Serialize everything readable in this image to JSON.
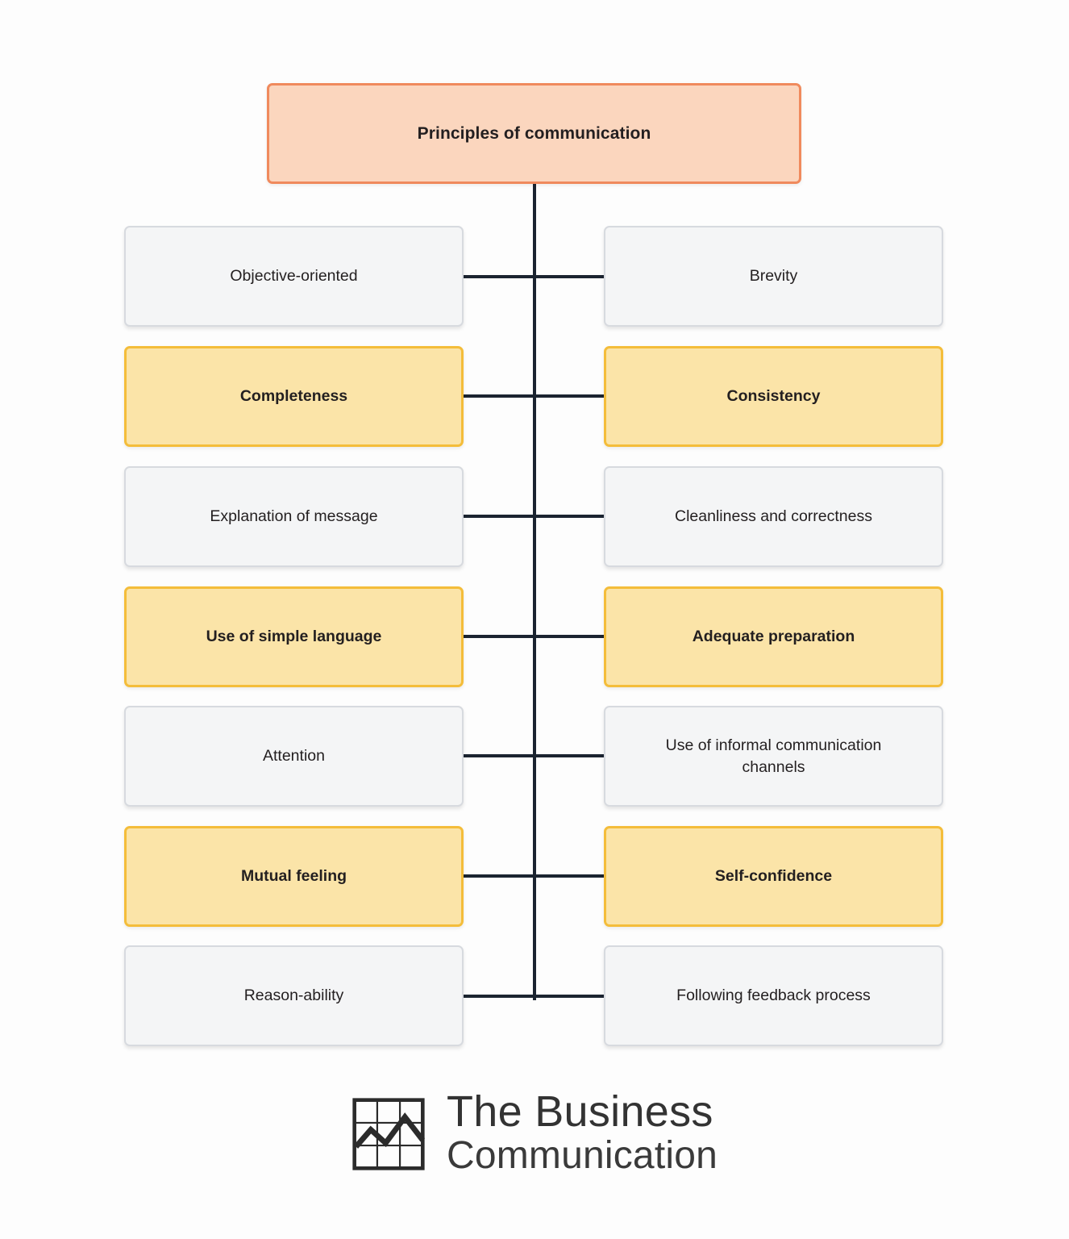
{
  "diagram": {
    "type": "hierarchy-tree",
    "root": {
      "label": "Principles of communication",
      "style": "peach",
      "fill_color": "#FBD6BE",
      "border_color": "#F08A5D"
    },
    "columns": {
      "left_name": "left-column",
      "right_name": "right-column"
    },
    "rows": [
      {
        "left": {
          "label": "Objective-oriented",
          "style": "grey"
        },
        "right": {
          "label": "Brevity",
          "style": "grey"
        }
      },
      {
        "left": {
          "label": "Completeness",
          "style": "amber"
        },
        "right": {
          "label": "Consistency",
          "style": "amber"
        }
      },
      {
        "left": {
          "label": "Explanation of message",
          "style": "grey"
        },
        "right": {
          "label": "Cleanliness and correctness",
          "style": "grey"
        }
      },
      {
        "left": {
          "label": "Use of simple language",
          "style": "amber"
        },
        "right": {
          "label": "Adequate preparation",
          "style": "amber"
        }
      },
      {
        "left": {
          "label": "Attention",
          "style": "grey"
        },
        "right": {
          "label": "Use of informal communication channels",
          "style": "grey"
        }
      },
      {
        "left": {
          "label": "Mutual feeling",
          "style": "amber"
        },
        "right": {
          "label": "Self-confidence",
          "style": "amber"
        }
      },
      {
        "left": {
          "label": "Reason-ability",
          "style": "grey"
        },
        "right": {
          "label": "Following feedback process",
          "style": "grey"
        }
      }
    ],
    "colors": {
      "background": "#FDFDFD",
      "connector": "#1B2430",
      "grey_fill": "#F4F5F6",
      "grey_border": "#D7DADF",
      "amber_fill": "#FBE4A8",
      "amber_border": "#F4BD3A",
      "peach_fill": "#FBD6BE",
      "peach_border": "#F08A5D",
      "text": "#231F20"
    }
  },
  "brand": {
    "logo_icon": "chart-grid-icon",
    "line1": "The Business",
    "line2": "Communication"
  }
}
